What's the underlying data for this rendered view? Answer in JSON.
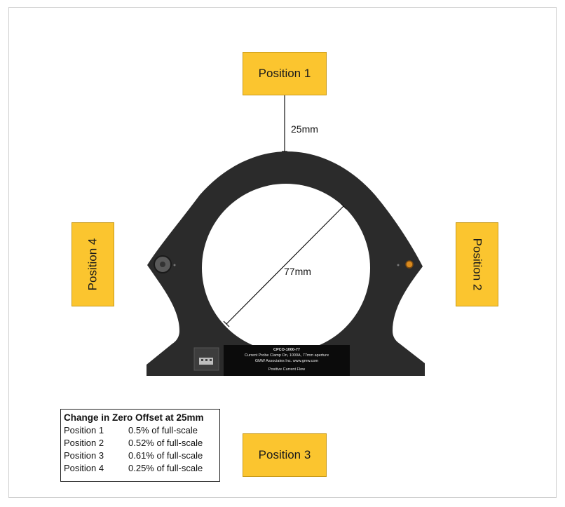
{
  "positions": {
    "p1": "Position 1",
    "p2": "Position 2",
    "p3": "Position 3",
    "p4": "Position 4"
  },
  "dimensions": {
    "offset": "25mm",
    "diameter": "77mm"
  },
  "device_label": {
    "line1": "CPCO-1000-77",
    "line2": "Current Probe Clamp On, 1000A, 77mm aperture",
    "line3": "GMW Associates Inc. www.gmw.com",
    "line4": "Positive Current Flow"
  },
  "table": {
    "title": "Change in Zero Offset at 25mm",
    "rows": [
      {
        "position": "Position 1",
        "value": "0.5% of full-scale"
      },
      {
        "position": "Position 2",
        "value": "0.52% of full-scale"
      },
      {
        "position": "Position 3",
        "value": "0.61% of full-scale"
      },
      {
        "position": "Position 4",
        "value": "0.25% of full-scale"
      }
    ]
  },
  "colors": {
    "position_box": "#fbc52f",
    "clamp_body": "#2a2a2a",
    "aperture": "#ffffff"
  }
}
